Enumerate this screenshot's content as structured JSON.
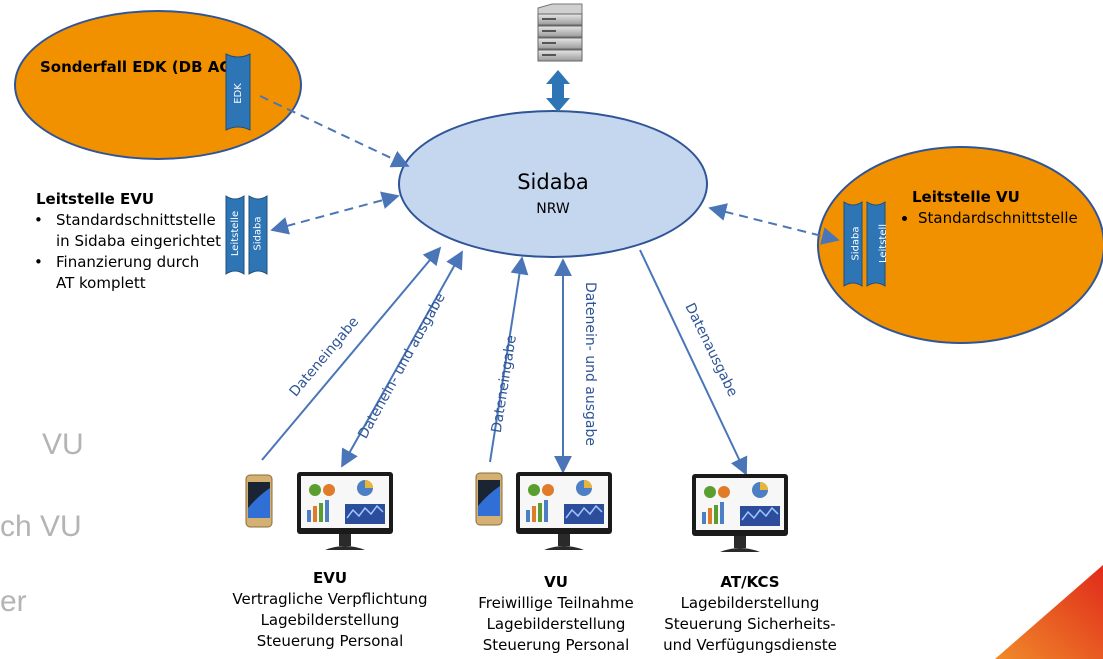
{
  "sonderfall": {
    "title": "Sonderfall EDK (DB AG)",
    "scroll_label": "EDK"
  },
  "sidaba": {
    "title": "Sidaba",
    "subtitle": "NRW"
  },
  "leitstelle_evu": {
    "title": "Leitstelle EVU",
    "bullets": [
      "Standardschnittstelle in Sidaba eingerichtet",
      "Finanzierung durch AT komplett"
    ],
    "bullet1_line1": "Standardschnittstelle",
    "bullet1_line2": "in Sidaba eingerichtet",
    "bullet2_line1": "Finanzierung durch",
    "bullet2_line2": "AT komplett",
    "scroll_labels": [
      "Leitstelle",
      "Sidaba"
    ]
  },
  "leitstelle_vu": {
    "title": "Leitstelle VU",
    "bullets": [
      "Standardschnittstelle"
    ],
    "scroll_labels": [
      "Sidaba",
      "Leitstell"
    ]
  },
  "flows": {
    "evu_in": "Dateneingabe",
    "evu_inout": "Datenein- und ausgabe",
    "vu_in": "Dateneingabe",
    "vu_inout": "Datenein- und ausgabe",
    "at_out": "Datenausgabe"
  },
  "captions": {
    "evu": {
      "title": "EVU",
      "lines": [
        "Vertragliche Verpflichtung",
        "Lagebilderstellung",
        "Steuerung Personal"
      ]
    },
    "vu": {
      "title": "VU",
      "lines": [
        "Freiwillige Teilnahme",
        "Lagebilderstellung",
        "Steuerung Personal"
      ]
    },
    "at": {
      "title": "AT/KCS",
      "lines": [
        "Lagebilderstellung",
        "Steuerung Sicherheits-",
        "und Verfügungsdienste"
      ]
    }
  },
  "background_fragments": [
    "VU",
    "ch VU",
    "er"
  ],
  "colors": {
    "orange": "#f29100",
    "blue_fill": "#c5d7ef",
    "line_blue": "#2f5597",
    "arrow_blue": "#4a76b8",
    "grey_text": "#b4b4b4",
    "corner_red": "#e8401c"
  },
  "icons": [
    "server-icon",
    "smartphone-icon",
    "monitor-icon"
  ]
}
